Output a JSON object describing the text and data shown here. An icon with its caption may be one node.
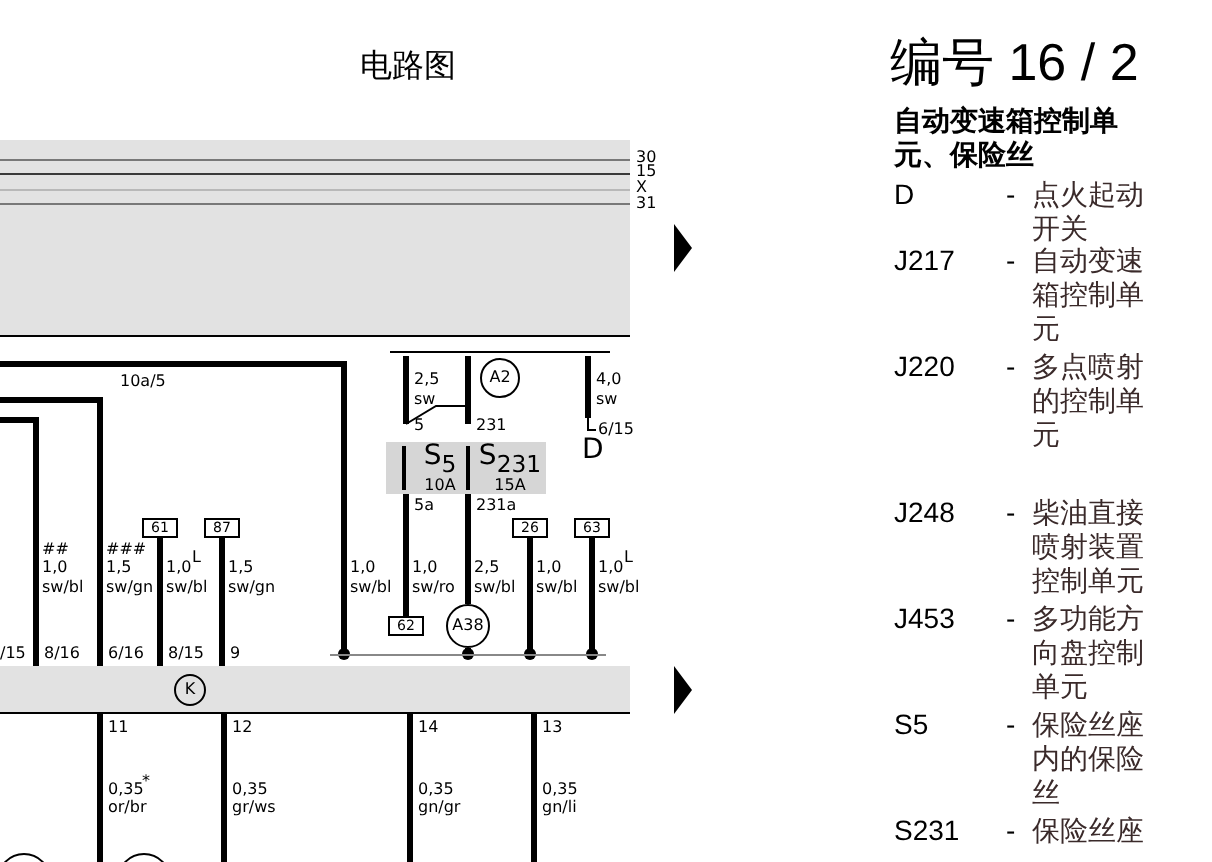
{
  "diagram": {
    "title": "电路图",
    "nodes": [
      {
        "text": [],
        "shape": "box"
      },
      {
        "text": [
          "S$_{5}$",
          "10A"
        ],
        "in": 0
      },
      {
        "text": [
          "S$_{231}$",
          "15A"
        ],
        "in": 0
      },
      {
        "text": [
          "A2"
        ]
      },
      {
        "text": [
          "61"
        ]
      },
      {
        "text": [
          "87"
        ]
      },
      {
        "text": [
          "26"
        ]
      },
      {
        "text": [
          "63"
        ]
      },
      {
        "text": [
          "62"
        ]
      },
      {
        "text": [
          "A38"
        ]
      },
      {
        "text": [
          "K"
        ]
      },
      {
        "text": [],
        "shape": "bar"
      }
    ],
    "edges": [
      {
        "from": 1,
        "to": 8,
        "arrow": "none"
      },
      {
        "from": 2,
        "to": 9,
        "arrow": "none"
      },
      {
        "from": 4,
        "to": 10,
        "arrow": "none"
      },
      {
        "from": 5,
        "to": 10,
        "arrow": "none"
      },
      {
        "from": 6,
        "to": 11,
        "arrow": "other"
      },
      {
        "from": 7,
        "to": 11,
        "arrow": "other"
      },
      {
        "from": 9,
        "to": 11,
        "arrow": "other"
      },
      {
        "from": null,
        "to": 10,
        "arrow": "none"
      },
      {
        "from": null,
        "to": 10,
        "arrow": "none"
      },
      {
        "from": null,
        "to": 11,
        "arrow": "other"
      },
      {
        "from": 10,
        "to": null,
        "arrow": "none"
      },
      {
        "from": 10,
        "to": null,
        "arrow": "none"
      },
      {
        "from": 10,
        "to": null,
        "arrow": "none"
      },
      {
        "from": 10,
        "to": null,
        "arrow": "none"
      }
    ],
    "labels": [
      "编号 16 / 2",
      "自动变速箱控制单元、保险丝",
      "30",
      "15",
      "X",
      "31",
      "10a/5",
      "2,5",
      "sw",
      "4,0",
      "sw",
      "5",
      "231",
      "6/15",
      "D",
      "5a",
      "231a",
      "1,0",
      "##",
      "1,5",
      "###",
      "1,0",
      "L",
      "1,5",
      "1,0",
      "1,0",
      "2,5",
      "1,0",
      "1,0",
      "L",
      "sw/bl",
      "sw/gn",
      "sw/bl",
      "sw/gn",
      "sw/bl",
      "sw/ro",
      "sw/bl",
      "sw/bl",
      "sw/bl",
      "/15",
      "8/16",
      "6/16",
      "8/15",
      "9",
      "11",
      "12",
      "14",
      "13",
      "0,35",
      "*",
      "0,35",
      "0,35",
      "0,35",
      "or/br",
      "gr/ws",
      "gn/gr",
      "gn/li",
      "D",
      "-",
      "点火起动开关",
      "J217",
      "-",
      "自动变速箱控制单元",
      "J220",
      "-",
      "多点喷射的控制单元",
      "J248",
      "-",
      "柴油直接喷射装置控制单元",
      "J453",
      "-",
      "多功能方向盘控制单元",
      "S5",
      "-",
      "保险丝座内的保险丝",
      "S231",
      "-",
      "保险丝座"
    ]
  }
}
